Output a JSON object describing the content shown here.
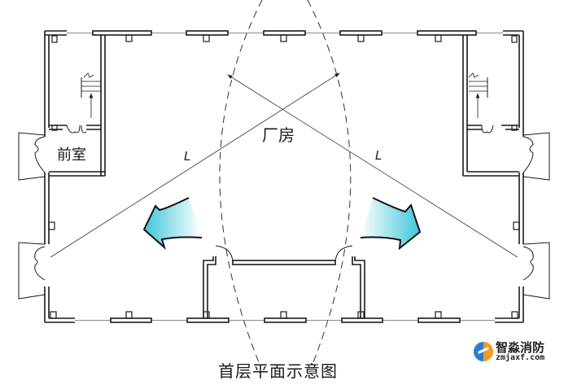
{
  "diagram": {
    "title": "首层平面示意图",
    "type": "floor-plan",
    "labels": {
      "main_room": "厂房",
      "anteroom": "前室",
      "distance_left": "L",
      "distance_right": "L"
    },
    "elements": {
      "stairwells": 2,
      "exterior_exits": 4,
      "evacuation_arrows": [
        "left",
        "right"
      ],
      "arrow_color": "#5fd3e0",
      "radius_arcs": "dashed"
    }
  },
  "watermark": {
    "name": "智淼消防",
    "url": "zmjaxf.com"
  }
}
